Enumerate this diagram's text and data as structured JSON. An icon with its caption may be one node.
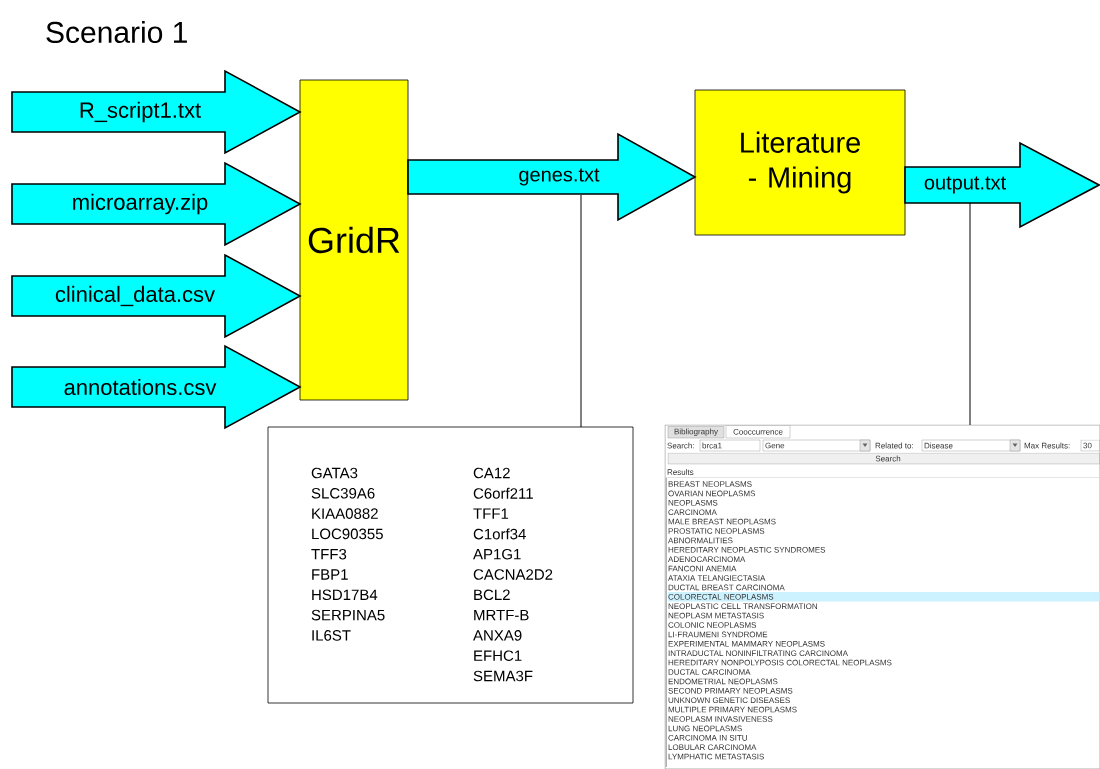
{
  "diagram": {
    "title": "Scenario 1",
    "nodes": [
      {
        "text": [
          "GridR"
        ]
      },
      {
        "text": [
          "Literature - Mining"
        ]
      },
      {
        "text": [
          "GATA3",
          "SLC39A6",
          "KIAA0882",
          "LOC90355",
          "TFF3",
          "FBP1",
          "HSD17B4",
          "SERPINA5",
          "IL6ST",
          "CA12",
          "C6orf211",
          "TFF1",
          "C1orf34",
          "AP1G1",
          "CACNA2D2",
          "BCL2",
          "MRTF-B",
          "ANXA9",
          "EFHC1",
          "SEMA3F"
        ]
      },
      {
        "text": [
          "Bibliography",
          "Cooccurrence",
          "Search:",
          "brca1",
          "Gene",
          "Related to:",
          "Disease",
          "Max Results:",
          "30",
          "Search",
          "Results",
          "BREAST NEOPLASMS",
          "OVARIAN NEOPLASMS",
          "NEOPLASMS",
          "CARCINOMA",
          "MALE BREAST NEOPLASMS",
          "PROSTATIC NEOPLASMS",
          "ABNORMALITIES",
          "HEREDITARY NEOPLASTIC SYNDROMES",
          "ADENOCARCINOMA",
          "FANCONI ANEMIA",
          "ATAXIA TELANGIECTASIA",
          "DUCTAL BREAST CARCINOMA",
          "COLORECTAL NEOPLASMS",
          "NEOPLASTIC CELL TRANSFORMATION",
          "NEOPLASM METASTASIS",
          "COLONIC NEOPLASMS",
          "LI-FRAUMENI SYNDROME",
          "EXPERIMENTAL MAMMARY NEOPLASMS",
          "INTRADUCTAL NONINFILTRATING CARCINOMA",
          "HEREDITARY NONPOLYPOSIS COLORECTAL NEOPLASMS",
          "DUCTAL CARCINOMA",
          "ENDOMETRIAL NEOPLASMS",
          "SECOND PRIMARY NEOPLASMS",
          "UNKNOWN GENETIC DISEASES",
          "MULTIPLE PRIMARY NEOPLASMS",
          "NEOPLASM INVASIVENESS",
          "LUNG NEOPLASMS",
          "CARCINOMA IN SITU",
          "LOBULAR CARCINOMA",
          "LYMPHATIC METASTASIS"
        ]
      }
    ],
    "edges": [
      {
        "from": null,
        "to": 0,
        "arrow": "to",
        "label": "R_script1.txt",
        "style": "thick"
      },
      {
        "from": null,
        "to": 0,
        "arrow": "to",
        "label": "microarray.zip",
        "style": "thick"
      },
      {
        "from": null,
        "to": 0,
        "arrow": "to",
        "label": "clinical_data.csv",
        "style": "thick"
      },
      {
        "from": null,
        "to": 0,
        "arrow": "to",
        "label": "annotations.csv",
        "style": "thick"
      },
      {
        "from": 0,
        "to": 1,
        "arrow": "to",
        "label": "genes.txt",
        "style": "thick"
      },
      {
        "from": 1,
        "to": null,
        "arrow": "to",
        "label": "output.txt",
        "style": "thick"
      },
      {
        "from": null,
        "to": 2,
        "arrow": "none"
      },
      {
        "from": null,
        "to": 3,
        "arrow": "none"
      }
    ]
  }
}
